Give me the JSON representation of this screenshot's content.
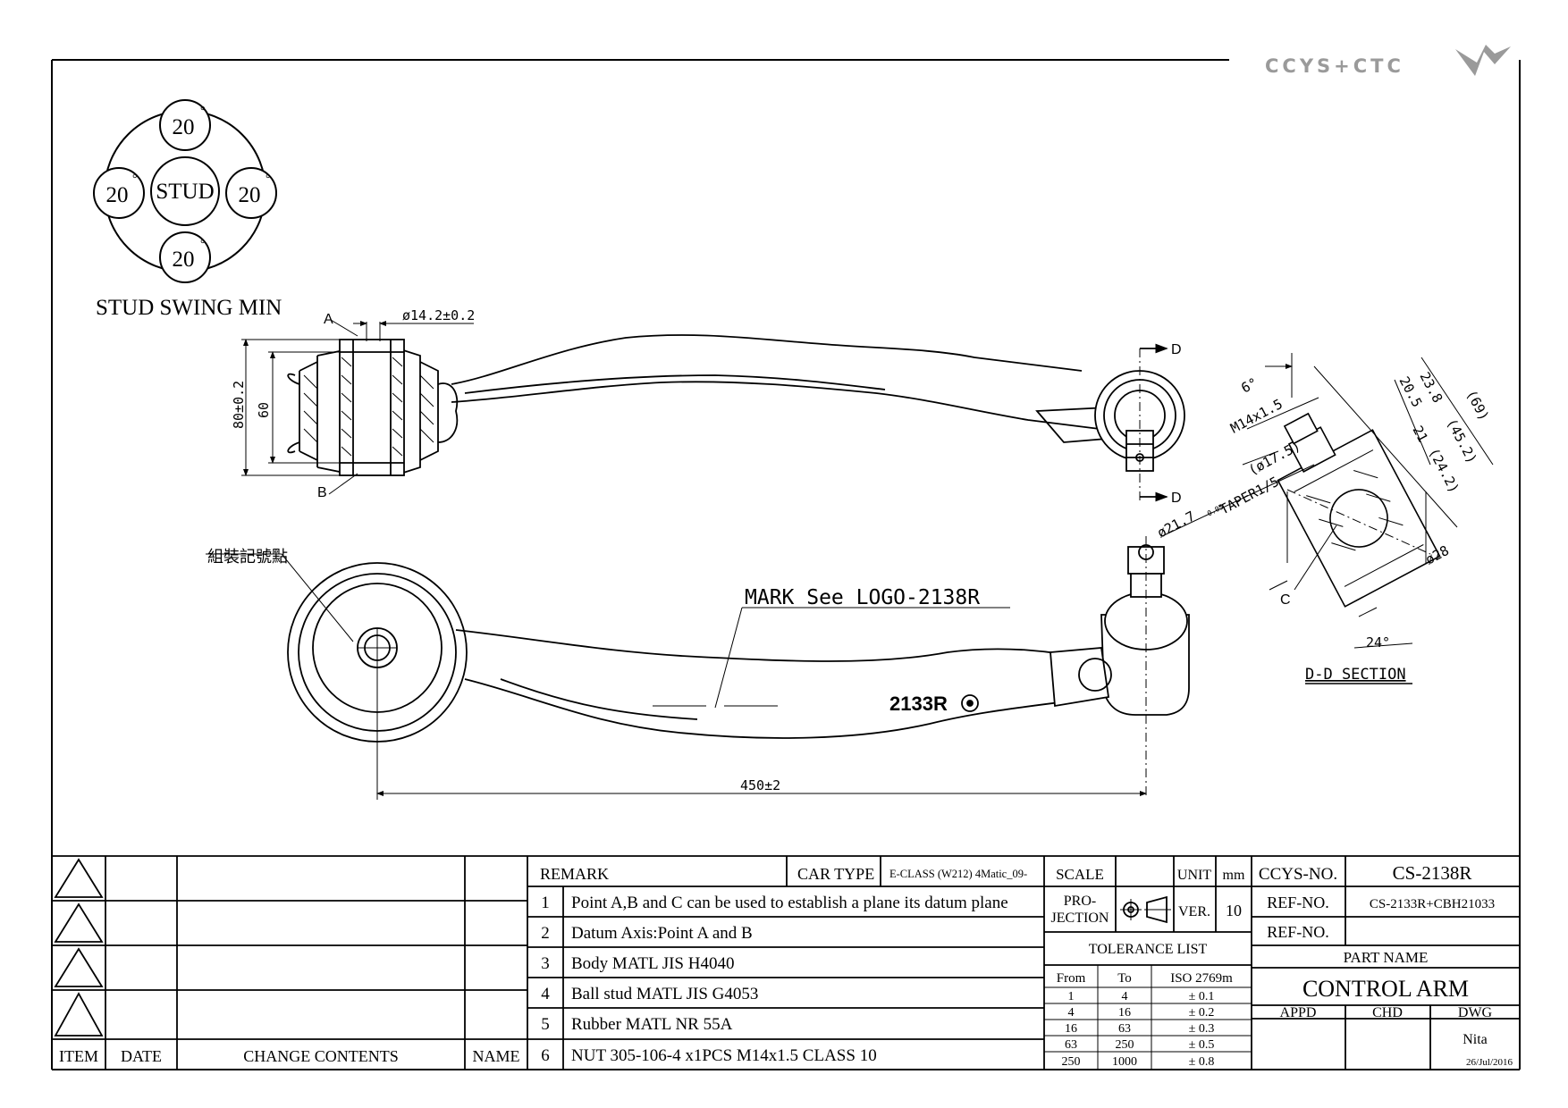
{
  "brand": {
    "logo_text": "CCYS+CTC"
  },
  "stud_swing": {
    "center_label": "STUD",
    "angles": [
      "20",
      "20",
      "20",
      "20"
    ],
    "degree_mark": "°",
    "caption": "STUD SWING MIN"
  },
  "top_view": {
    "point_a": "A",
    "point_b": "B",
    "dim_bore": "ø14.2±0.2",
    "dim_outer": "80±0.2",
    "dim_inner": "60",
    "section_d_top": "D",
    "section_d_bottom": "D"
  },
  "front_view": {
    "assembly_mark_label": "組裝記號點",
    "mark_note": "MARK See LOGO-2138R",
    "part_stamp": "2133R",
    "length_dim": "450±2"
  },
  "section_view": {
    "angle_top": "6°",
    "thread": "M14x1.5",
    "dia_175": "(ø17.5)",
    "taper": "ø21.7",
    "taper_tol": "-0.05",
    "taper_text": "TAPER1/5",
    "d_238": "23.8",
    "d_205": "20.5",
    "d_21": "21",
    "d_452": "(45.2)",
    "d_242": "(24.2)",
    "d_69": "(69)",
    "dia_28": "ø28",
    "point_c": "C",
    "angle_bottom": "24°",
    "title": "D-D SECTION"
  },
  "revision_table": {
    "headers": [
      "ITEM",
      "DATE",
      "CHANGE CONTENTS",
      "NAME"
    ]
  },
  "remark": {
    "header": "REMARK",
    "car_type_label": "CAR TYPE",
    "car_type_value": "E-CLASS (W212) 4Matic_09-",
    "items": [
      {
        "no": "1",
        "text": "Point A,B and C can be used to establish a plane its datum plane"
      },
      {
        "no": "2",
        "text": "Datum Axis:Point A and B"
      },
      {
        "no": "3",
        "text": "Body MATL JIS H4040"
      },
      {
        "no": "4",
        "text": "Ball stud MATL JIS G4053"
      },
      {
        "no": "5",
        "text": "Rubber MATL NR 55A"
      },
      {
        "no": "6",
        "text": "NUT 305-106-4 x1PCS M14x1.5 CLASS 10"
      }
    ]
  },
  "meta": {
    "scale_label": "SCALE",
    "unit_label": "UNIT",
    "unit_value": "mm",
    "projection_label_1": "PRO-",
    "projection_label_2": "JECTION",
    "ver_label": "VER.",
    "ver_value": "10",
    "tolerance_title": "TOLERANCE LIST",
    "tol_from": "From",
    "tol_to": "To",
    "tol_std": "ISO 2769m",
    "tolerances": [
      {
        "from": "1",
        "to": "4",
        "tol": "± 0.1"
      },
      {
        "from": "4",
        "to": "16",
        "tol": "± 0.2"
      },
      {
        "from": "16",
        "to": "63",
        "tol": "± 0.3"
      },
      {
        "from": "63",
        "to": "250",
        "tol": "± 0.5"
      },
      {
        "from": "250",
        "to": "1000",
        "tol": "± 0.8"
      }
    ]
  },
  "title_block": {
    "ccys_no_label": "CCYS-NO.",
    "ccys_no_value": "CS-2138R",
    "ref_no_label_1": "REF-NO.",
    "ref_no_value_1": "CS-2133R+CBH21033",
    "ref_no_label_2": "REF-NO.",
    "ref_no_value_2": "",
    "part_name_label": "PART NAME",
    "part_name_value": "CONTROL ARM",
    "appd_label": "APPD",
    "chd_label": "CHD",
    "dwg_label": "DWG",
    "dwg_name": "Nita",
    "dwg_date": "26/Jul/2016"
  }
}
